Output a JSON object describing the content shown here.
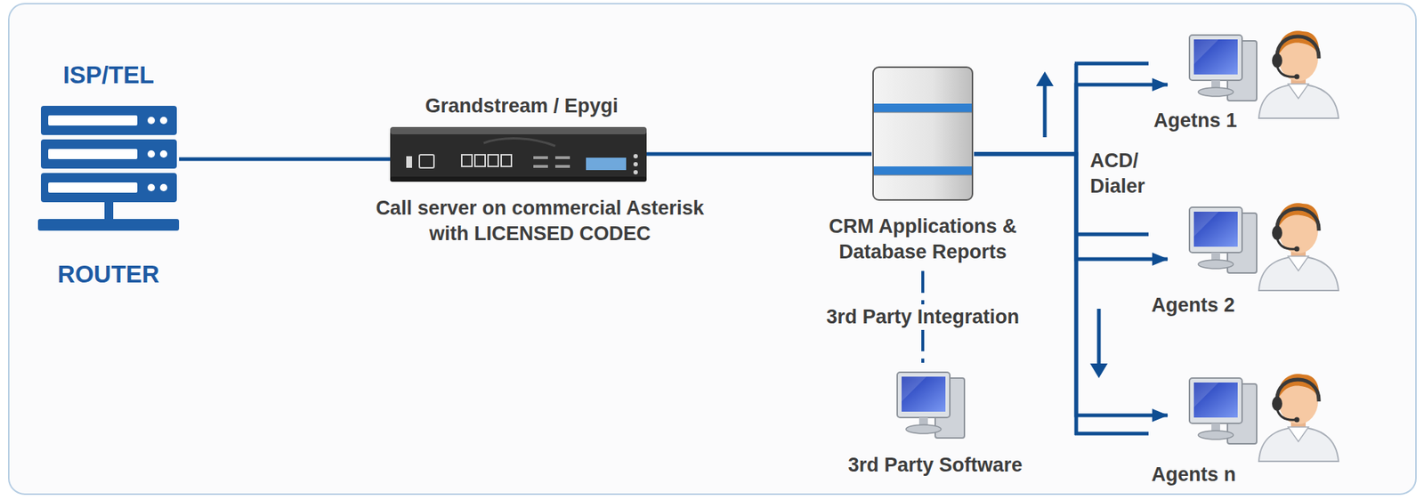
{
  "diagram": {
    "nodes": [
      {
        "text": [
          "ISP/TEL",
          "ROUTER"
        ]
      },
      {
        "text": [
          "Grandstream / Epygi",
          "Call server on commercial Asterisk with LICENSED CODEC"
        ]
      },
      {
        "text": [
          "CRM Applications & Database Reports"
        ]
      },
      {
        "text": [
          "3rd Party Software"
        ]
      },
      {
        "text": [
          "Agetns 1"
        ]
      },
      {
        "text": [
          "Agents 2"
        ]
      },
      {
        "text": [
          "Agents n"
        ]
      }
    ],
    "edges": [
      {
        "from": 0,
        "to": 1,
        "arrow": "none"
      },
      {
        "from": 1,
        "to": 2,
        "arrow": "none"
      },
      {
        "from": 2,
        "to": 3,
        "label": "3rd Party Integration",
        "arrow": "none"
      },
      {
        "from": 2,
        "to": 4,
        "arrow": "to"
      },
      {
        "from": 2,
        "to": 5,
        "arrow": "to"
      },
      {
        "from": 2,
        "to": 6,
        "arrow": "to"
      }
    ],
    "labels": [
      "ACD/ Dialer"
    ]
  }
}
